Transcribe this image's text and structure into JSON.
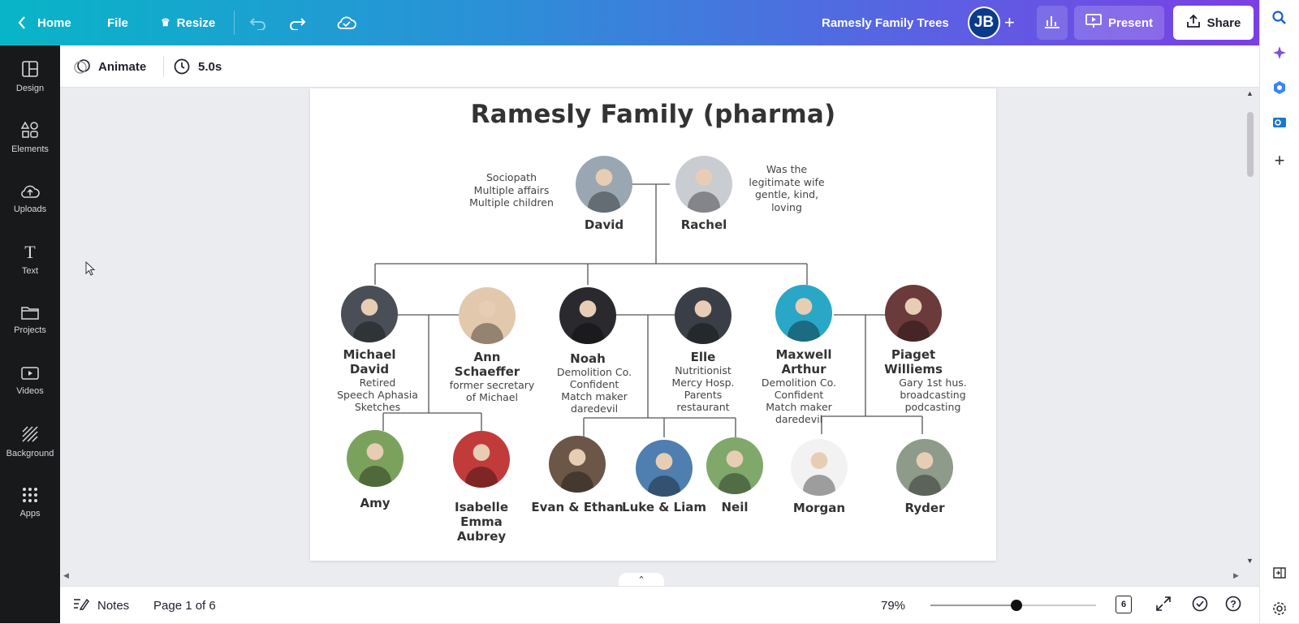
{
  "topbar": {
    "home": "Home",
    "file": "File",
    "resize": "Resize",
    "doc_title": "Ramesly Family Trees",
    "avatar_initials": "JB",
    "present": "Present",
    "share": "Share"
  },
  "leftnav": {
    "items": [
      {
        "label": "Design",
        "icon": "design-icon"
      },
      {
        "label": "Elements",
        "icon": "elements-icon"
      },
      {
        "label": "Uploads",
        "icon": "uploads-icon"
      },
      {
        "label": "Text",
        "icon": "text-icon"
      },
      {
        "label": "Projects",
        "icon": "folder-icon"
      },
      {
        "label": "Videos",
        "icon": "videos-icon"
      },
      {
        "label": "Background",
        "icon": "background-icon"
      },
      {
        "label": "Apps",
        "icon": "apps-icon"
      }
    ]
  },
  "toolbar": {
    "animate": "Animate",
    "duration": "5.0s"
  },
  "page": {
    "title": "Ramesly Family (pharma)",
    "notes": {
      "david": [
        "Sociopath",
        "Multiple affairs",
        "Multiple children"
      ],
      "rachel": [
        "Was the",
        "legitimate wife",
        "gentle, kind,",
        "loving"
      ]
    },
    "people": {
      "david": {
        "name": [
          "David"
        ],
        "notes": [],
        "color": "#9aa7b2"
      },
      "rachel": {
        "name": [
          "Rachel"
        ],
        "notes": [],
        "color": "#c9cdd2"
      },
      "michael": {
        "name": [
          "Michael",
          "David"
        ],
        "notes": [
          "Retired",
          "Speech Aphasia",
          "Sketches"
        ],
        "color": "#4a4f57"
      },
      "ann": {
        "name": [
          "Ann",
          "Schaeffer"
        ],
        "notes": [
          "former secretary",
          "of Michael"
        ],
        "color": "#e2c9ad"
      },
      "noah": {
        "name": [
          "Noah"
        ],
        "notes": [
          "Demolition Co.",
          "Confident",
          "Match maker",
          "daredevil"
        ],
        "color": "#2a2a2e"
      },
      "elle": {
        "name": [
          "Elle"
        ],
        "notes": [
          "Nutritionist",
          "Mercy Hosp.",
          "Parents",
          "restaurant"
        ],
        "color": "#3a3f47"
      },
      "maxwell": {
        "name": [
          "Maxwell",
          "Arthur"
        ],
        "notes": [
          "Demolition Co.",
          "Confident",
          "Match maker",
          "daredevil"
        ],
        "color": "#2aa7c6"
      },
      "piaget": {
        "name": [
          "Piaget",
          "Williems"
        ],
        "notes": [
          "Gary 1st hus.",
          "broadcasting",
          "podcasting"
        ],
        "color": "#6b3a3a"
      },
      "amy": {
        "name": [
          "Amy"
        ],
        "notes": [],
        "color": "#7aa25c"
      },
      "isabelle": {
        "name": [
          "Isabelle",
          "Emma",
          "Aubrey"
        ],
        "notes": [],
        "color": "#c23b3b"
      },
      "evan": {
        "name": [
          "Evan & Ethan"
        ],
        "notes": [],
        "color": "#6b5647"
      },
      "luke": {
        "name": [
          "Luke & Liam"
        ],
        "notes": [],
        "color": "#4f7fb0"
      },
      "neil": {
        "name": [
          "Neil"
        ],
        "notes": [],
        "color": "#7fa86a"
      },
      "morgan": {
        "name": [
          "Morgan"
        ],
        "notes": [],
        "color": "#f2f2f2"
      },
      "ryder": {
        "name": [
          "Ryder"
        ],
        "notes": [],
        "color": "#8e9a8a"
      }
    }
  },
  "bottombar": {
    "notes": "Notes",
    "page_indicator": "Page 1 of 6",
    "zoom": "79%",
    "zoom_level_fraction": 0.52,
    "pages_count": "6"
  }
}
